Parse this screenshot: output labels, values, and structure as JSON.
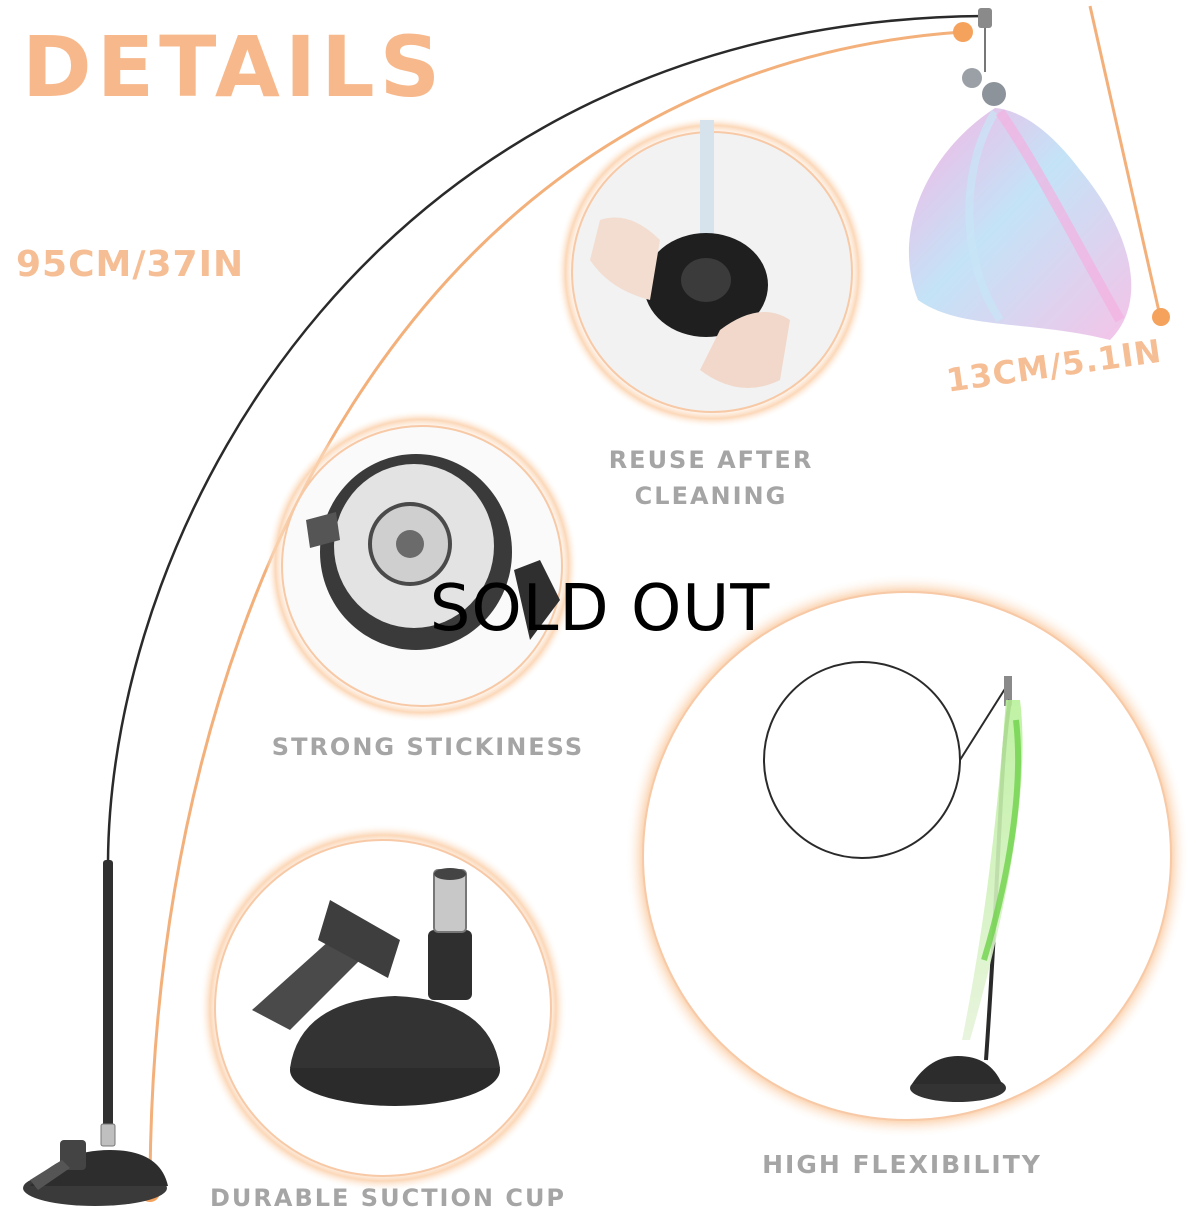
{
  "header": {
    "title": "DETAILS"
  },
  "dimensions": {
    "rod_length": "95CM/37IN",
    "pendant_length": "13CM/5.1IN"
  },
  "features": [
    {
      "caption": "REUSE AFTER CLEANING",
      "icon": "faucet-wash-icon"
    },
    {
      "caption": "STRONG STICKINESS",
      "icon": "suction-cup-icon"
    },
    {
      "caption": "DURABLE SUCTION CUP",
      "icon": "suction-base-icon"
    },
    {
      "caption": "HIGH FLEXIBILITY",
      "icon": "bent-rod-icon"
    }
  ],
  "overlay": {
    "status": "SOLD OUT"
  },
  "colors": {
    "accent_orange": "#f5a25d",
    "rod_black": "#1a1a1a",
    "caption_gray": "#a5a5a5",
    "feather_pink": "#ee8fd6",
    "feather_blue": "#9fd6ef",
    "ribbon_green": "#8ee26a"
  }
}
